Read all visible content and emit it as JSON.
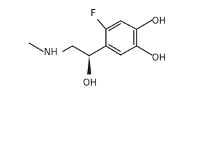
{
  "molecule": {
    "atoms": {
      "fluorine": "F",
      "oh_top": "OH",
      "oh_mid": "OH",
      "oh_bottom": "OH",
      "nh": "NH"
    },
    "colors": {
      "bond": "#1a1a1a",
      "text": "#111111",
      "background": "#ffffff"
    }
  }
}
